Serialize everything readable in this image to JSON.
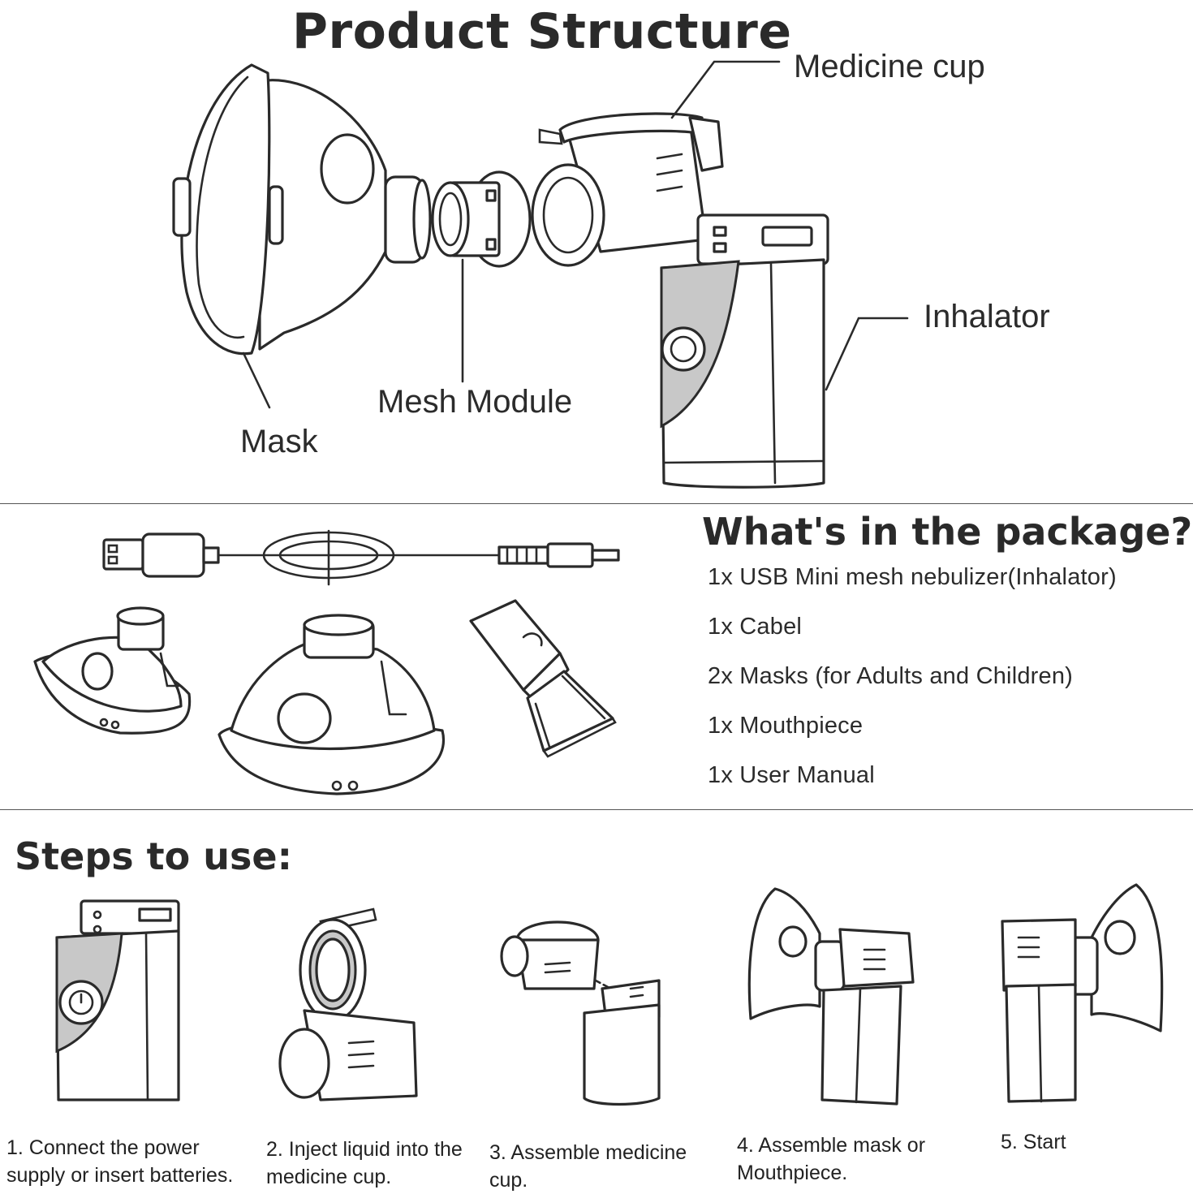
{
  "structure": {
    "title": "Product Structure",
    "labels": {
      "medicine_cup": "Medicine cup",
      "inhalator": "Inhalator",
      "mesh_module": "Mesh Module",
      "mask": "Mask"
    }
  },
  "package": {
    "title": "What's in the package?",
    "items": [
      "1x USB Mini mesh nebulizer(Inhalator)",
      "1x Cabel",
      "2x Masks (for Adults and Children)",
      "1x Mouthpiece",
      "1x User Manual"
    ]
  },
  "steps": {
    "title": "Steps to use:",
    "items": [
      "1. Connect the power supply or insert batteries.",
      "2. Inject liquid into the medicine cup.",
      "3. Assemble medicine cup.",
      "4. Assemble mask or Mouthpiece.",
      "5. Start"
    ]
  },
  "colors": {
    "ink": "#2a2a2a",
    "panel_gray": "#c8c8c8",
    "background": "#ffffff"
  }
}
